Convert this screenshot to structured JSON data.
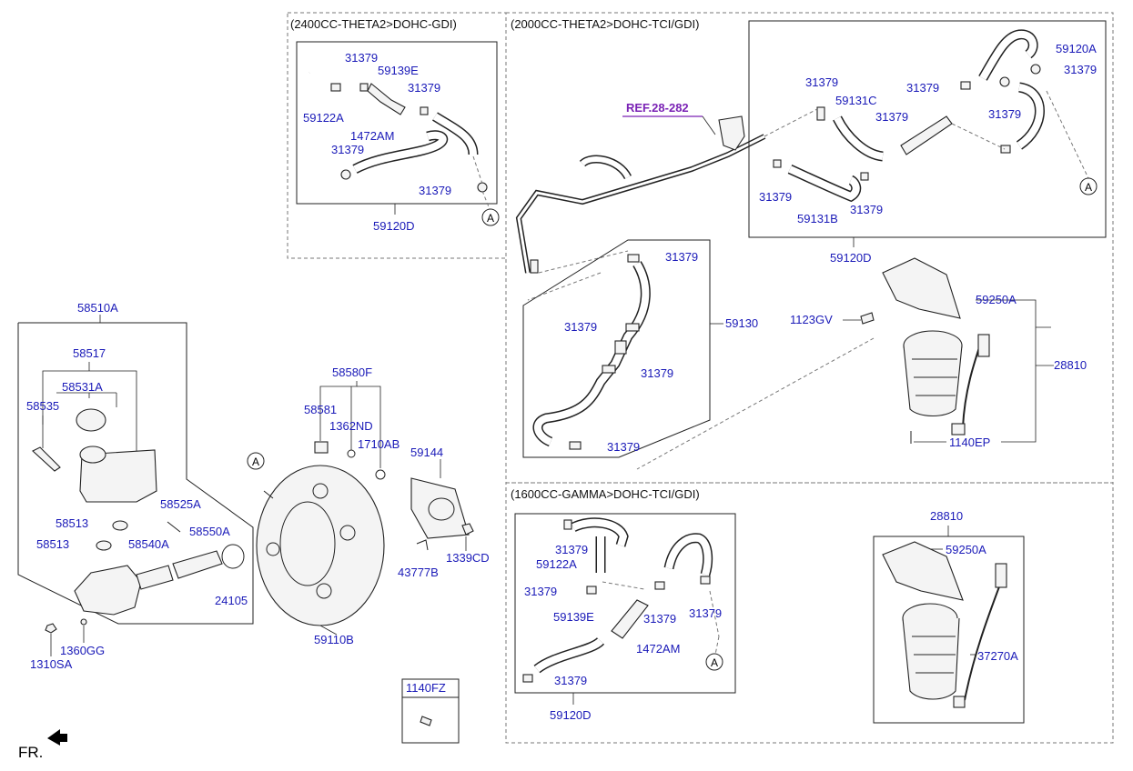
{
  "sections": {
    "theta2_gdi": "(2400CC-THETA2>DOHC-GDI)",
    "theta2_tci": "(2000CC-THETA2>DOHC-TCI/GDI)",
    "gamma_tci": "(1600CC-GAMMA>DOHC-TCI/GDI)"
  },
  "ref_label": "REF.28-282",
  "fr_label": "FR.",
  "circle_marker": "A",
  "box_1140fz": "1140FZ",
  "labels": {
    "p58510A": "58510A",
    "p58517": "58517",
    "p58531A": "58531A",
    "p58535": "58535",
    "p58525A": "58525A",
    "p58513a": "58513",
    "p58513b": "58513",
    "p58540A": "58540A",
    "p58550A": "58550A",
    "p24105": "24105",
    "p1310SA": "1310SA",
    "p1360GG": "1360GG",
    "p58580F": "58580F",
    "p58581": "58581",
    "p1362ND": "1362ND",
    "p1710AB": "1710AB",
    "p59144": "59144",
    "p1339CD": "1339CD",
    "p43777B": "43777B",
    "p59110B": "59110B",
    "g_31379a": "31379",
    "g_59139E": "59139E",
    "g_31379b": "31379",
    "g_59122A": "59122A",
    "g_1472AM": "1472AM",
    "g_31379c": "31379",
    "g_31379d": "31379",
    "g_59120D": "59120D",
    "t_59120A": "59120A",
    "t_31379a": "31379",
    "t_31379b": "31379",
    "t_31379c": "31379",
    "t_59131C": "59131C",
    "t_31379d": "31379",
    "t_31379e": "31379",
    "t_31379f": "31379",
    "t_59131B": "59131B",
    "t_31379g": "31379",
    "t_59120D": "59120D",
    "h_31379a": "31379",
    "h_31379b": "31379",
    "h_31379c": "31379",
    "h_31379d": "31379",
    "h_59130": "59130",
    "pump_59250A": "59250A",
    "pump_1123GV": "1123GV",
    "pump_28810": "28810",
    "pump_1140EP": "1140EP",
    "m_31379a": "31379",
    "m_59122A": "59122A",
    "m_31379b": "31379",
    "m_59139E": "59139E",
    "m_31379c": "31379",
    "m_31379d": "31379",
    "m_1472AM": "1472AM",
    "m_31379e": "31379",
    "m_59120D": "59120D",
    "m_28810": "28810",
    "m_59250A": "59250A",
    "m_37270A": "37270A"
  }
}
